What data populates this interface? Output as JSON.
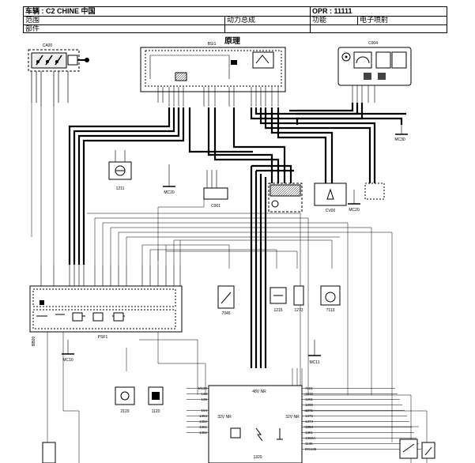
{
  "header": {
    "vehicle": "车辆 : C2 CHINE 中国",
    "opr": "OPR : 11111",
    "scope_label": "范围",
    "domain": "动力总成",
    "function_label": "功能",
    "function_value": "电子喷射",
    "part_label": "部件"
  },
  "diagram_title": "原理",
  "components": {
    "ca00": "CA00",
    "bsi1": "BSI1",
    "c004": "C004",
    "c001": "C001",
    "cv00": "CV00",
    "psf1": "PSF1",
    "c1211": "1211",
    "c7045": "7045",
    "c1215": "1215",
    "c1273": "1273",
    "c7113": "7113",
    "c2120": "2120",
    "c1120": "1120",
    "c1320": "1320"
  },
  "grounds": {
    "mc30": "MC30",
    "mc20a": "MC20",
    "mc20b": "MC20",
    "mc10": "MC10",
    "mc11": "MC11",
    "bb00": "BB00"
  },
  "supply_labels": {
    "s48v": "48V NR",
    "s32v_left": "32V NR",
    "s32v_right": "32V NR"
  },
  "ecu_left_pins": [
    "M130",
    "134",
    "135",
    "",
    "104",
    "1353",
    "1352",
    "1361",
    "1362"
  ],
  "ecu_right_pins": [
    "7101",
    "1216",
    "1261",
    "1200",
    "1371",
    "1372",
    "1373",
    "1354",
    "1381",
    "1368A",
    "1135",
    "DG135"
  ]
}
